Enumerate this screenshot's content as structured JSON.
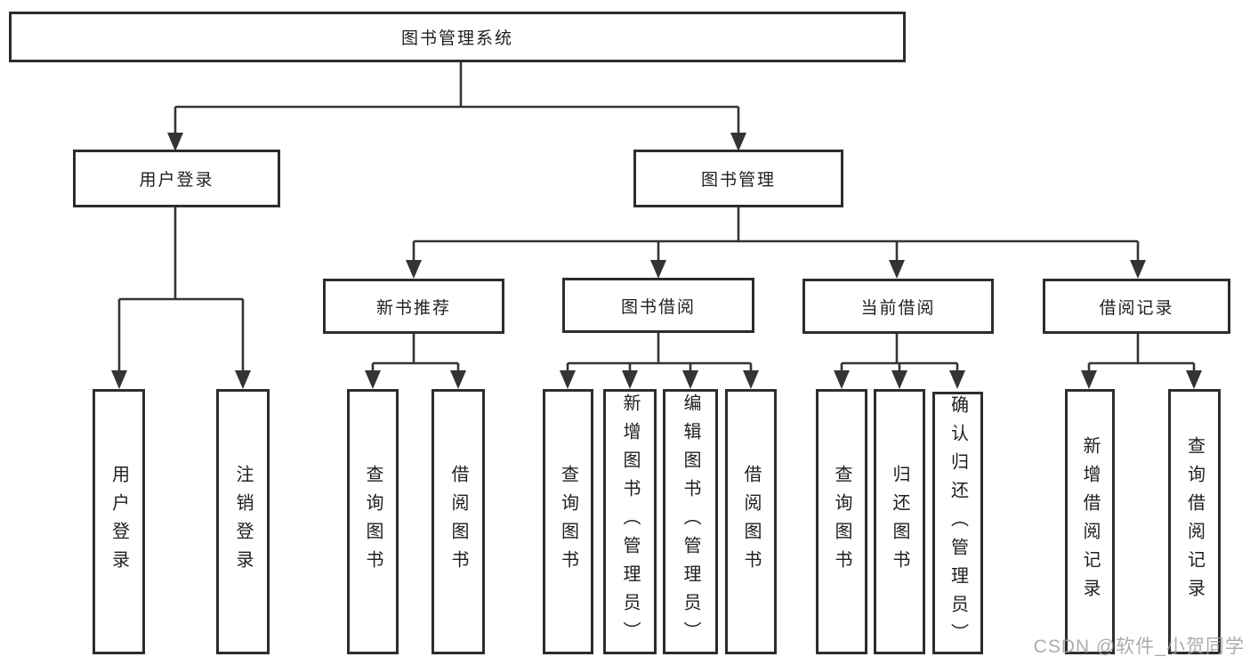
{
  "diagram": {
    "root": {
      "label": "图书管理系统"
    },
    "branches": [
      {
        "label": "用户登录",
        "children": [
          {
            "label": "用户登录"
          },
          {
            "label": "注销登录"
          }
        ]
      },
      {
        "label": "图书管理",
        "children": [
          {
            "label": "新书推荐",
            "children": [
              {
                "label": "查询图书"
              },
              {
                "label": "借阅图书"
              }
            ]
          },
          {
            "label": "图书借阅",
            "children": [
              {
                "label": "查询图书"
              },
              {
                "label": "新增图书（管理员）"
              },
              {
                "label": "编辑图书（管理员）"
              },
              {
                "label": "借阅图书"
              }
            ]
          },
          {
            "label": "当前借阅",
            "children": [
              {
                "label": "查询图书"
              },
              {
                "label": "归还图书"
              },
              {
                "label": "确认归还（管理员）"
              }
            ]
          },
          {
            "label": "借阅记录",
            "children": [
              {
                "label": "新增借阅记录"
              },
              {
                "label": "查询借阅记录"
              }
            ]
          }
        ]
      }
    ]
  },
  "watermark": {
    "text": "CSDN @软件_小贺同学"
  },
  "colors": {
    "line": "#343434",
    "box_border": "#2d2d2d",
    "text": "#1f1f1f",
    "watermark": "#9e9e9e",
    "background": "#ffffff"
  }
}
